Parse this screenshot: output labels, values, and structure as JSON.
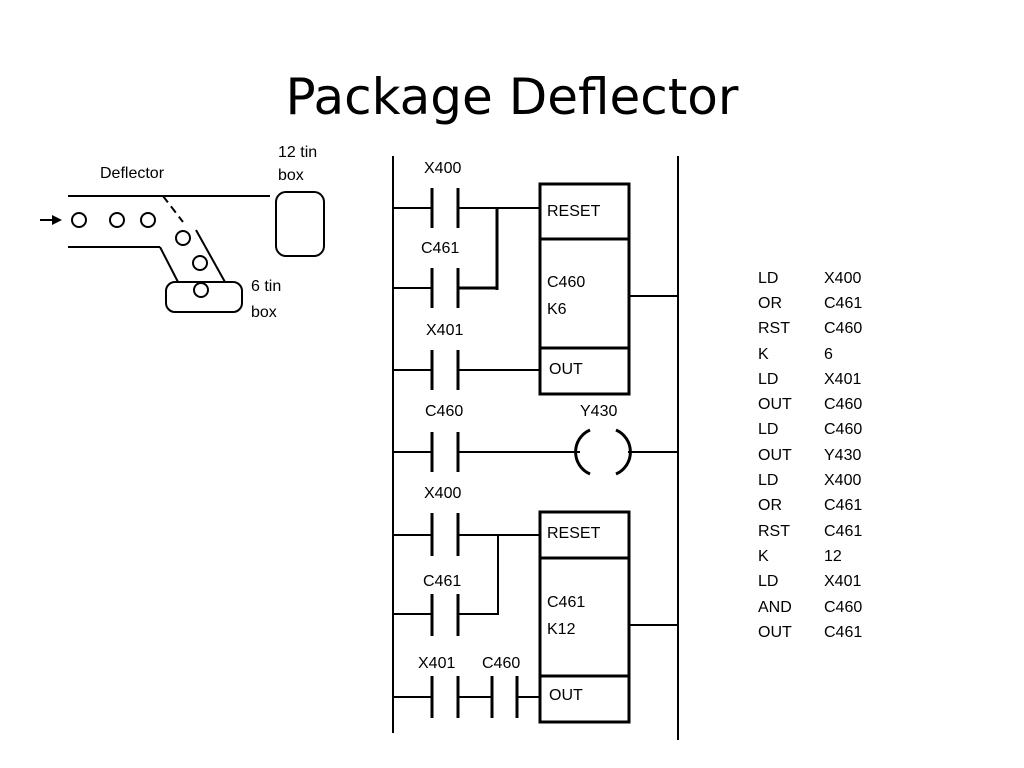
{
  "title": "Package Deflector",
  "sketch": {
    "deflector_label": "Deflector",
    "box12_line1": "12 tin",
    "box12_line2": "box",
    "box6_line1": "6 tin",
    "box6_line2": "box"
  },
  "ladder": {
    "rung1_contact1": "X400",
    "rung1_contact2": "C461",
    "rung1_contact3": "X401",
    "counter1_reset": "RESET",
    "counter1_name": "C460",
    "counter1_k": "K6",
    "counter1_out": "OUT",
    "rung2_contact": "C460",
    "rung2_coil": "Y430",
    "rung3_contact1": "X400",
    "rung3_contact2": "C461",
    "rung3_contact3": "X401",
    "rung3_contact4": "C460",
    "counter2_reset": "RESET",
    "counter2_name": "C461",
    "counter2_k": "K12",
    "counter2_out": "OUT"
  },
  "program": [
    {
      "op": "LD",
      "arg": "X400"
    },
    {
      "op": "OR",
      "arg": "C461"
    },
    {
      "op": "RST",
      "arg": "C460"
    },
    {
      "op": "K",
      "arg": "6"
    },
    {
      "op": "LD",
      "arg": "X401"
    },
    {
      "op": "OUT",
      "arg": "C460"
    },
    {
      "op": "LD",
      "arg": "C460"
    },
    {
      "op": "OUT",
      "arg": "Y430"
    },
    {
      "op": "LD",
      "arg": "X400"
    },
    {
      "op": "OR",
      "arg": "C461"
    },
    {
      "op": "RST",
      "arg": "C461"
    },
    {
      "op": "K",
      "arg": "12"
    },
    {
      "op": "LD",
      "arg": "X401"
    },
    {
      "op": "AND",
      "arg": "C460"
    },
    {
      "op": "OUT",
      "arg": "C461"
    }
  ]
}
